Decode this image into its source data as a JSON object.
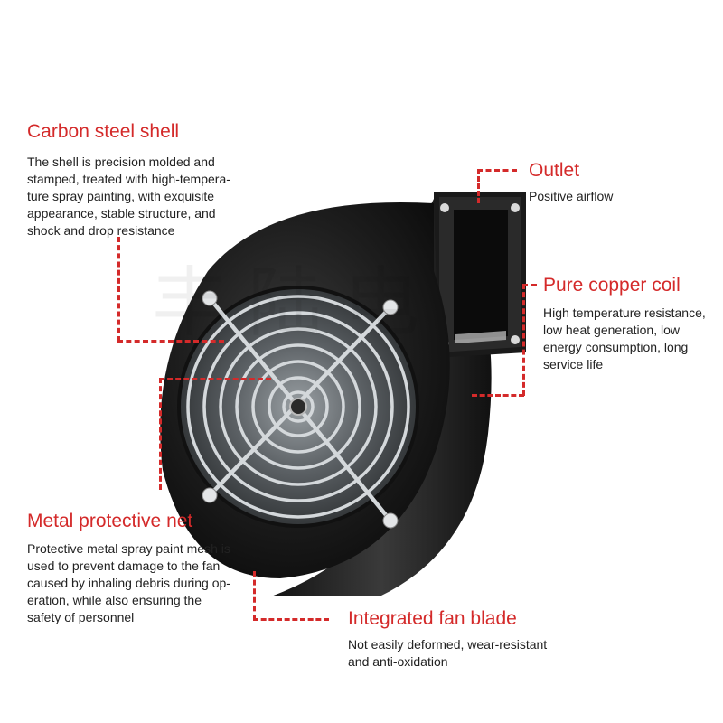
{
  "watermark": "丰陆电",
  "colors": {
    "accent": "#d42a2a",
    "text": "#222222",
    "shell": "#1c1c1c",
    "grille": "#cfd3d6"
  },
  "features": {
    "carbon_steel_shell": {
      "title": "Carbon steel shell",
      "description": [
        "The shell is precision molded and",
        "stamped, treated with high-tempera-",
        "ture spray painting, with exquisite",
        "appearance, stable structure, and",
        "shock and drop resistance"
      ]
    },
    "outlet": {
      "title": "Outlet",
      "description": [
        "Positive airflow"
      ]
    },
    "pure_copper_coil": {
      "title": "Pure copper coil",
      "description": [
        "High temperature resistance,",
        "low heat generation, low",
        "energy consumption, long",
        "service life"
      ]
    },
    "metal_protective_net": {
      "title": "Metal protective net",
      "description": [
        "Protective metal spray paint mesh is",
        "used to prevent damage to the fan",
        "caused by inhaling debris during op-",
        "eration, while also ensuring the",
        "safety of personnel"
      ]
    },
    "integrated_fan_blade": {
      "title": "Integrated fan blade",
      "description": [
        "Not easily deformed, wear-resistant",
        "and anti-oxidation"
      ]
    }
  }
}
